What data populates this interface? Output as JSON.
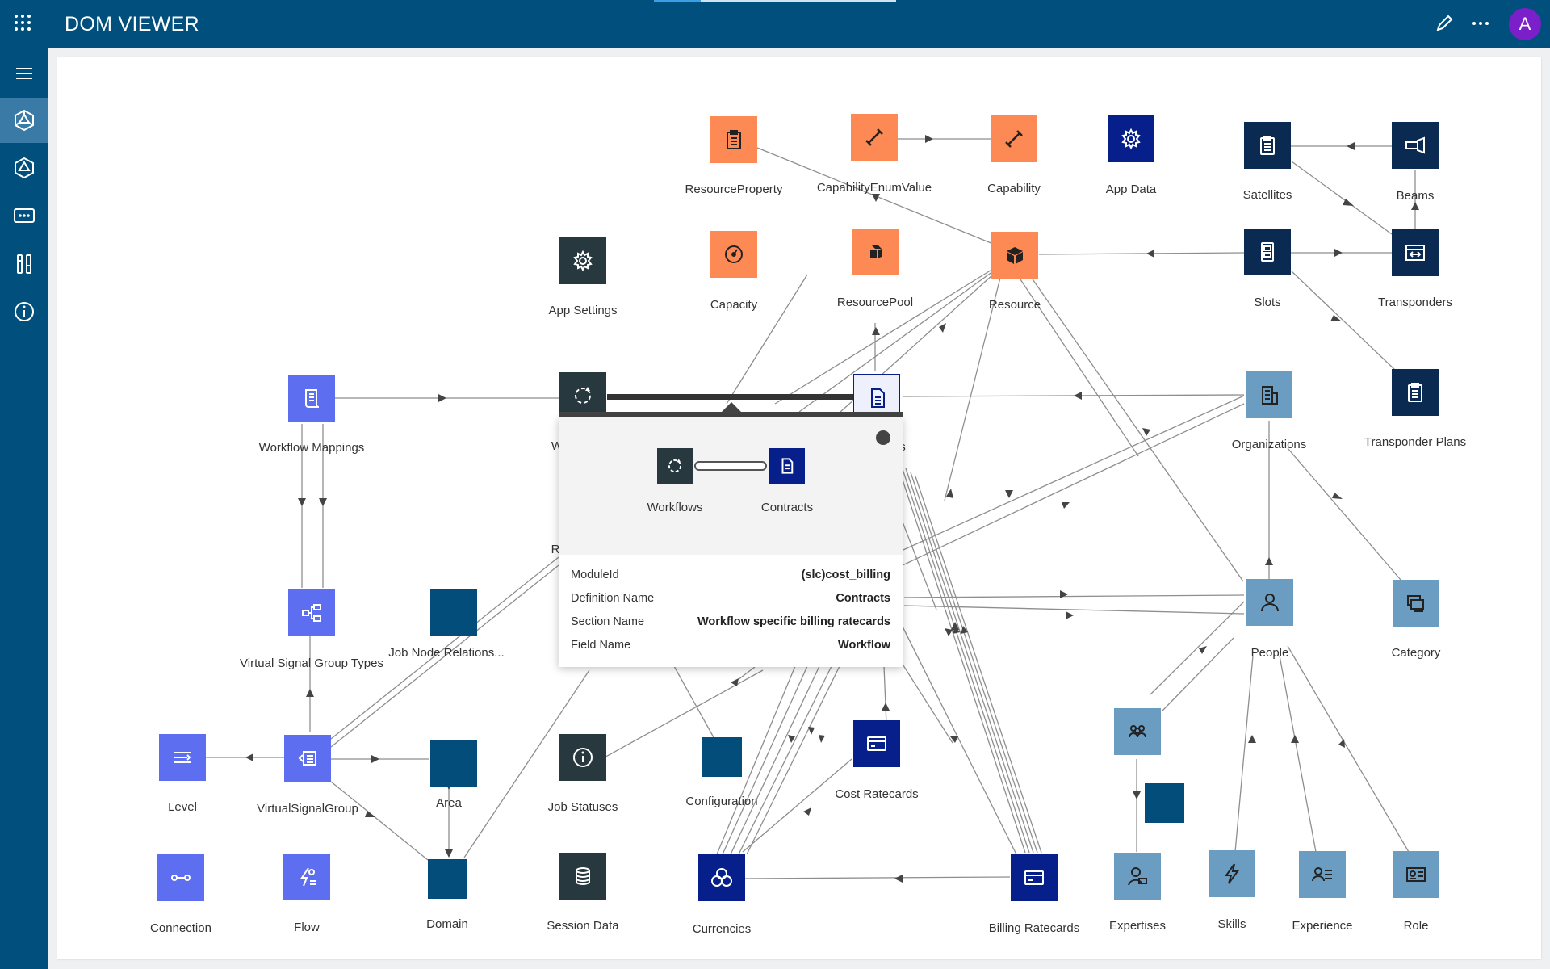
{
  "app": {
    "title": "DOM VIEWER",
    "avatar_letter": "A",
    "icons": {
      "apps": "grid-icon",
      "edit": "pencil-icon",
      "more": "ellipsis-icon"
    }
  },
  "sidebar": {
    "items": [
      {
        "name": "menu",
        "icon": "hamburger-icon"
      },
      {
        "name": "dom-model",
        "icon": "polyhedron-icon",
        "active": true
      },
      {
        "name": "dom-definition",
        "icon": "polyhedron-outline-icon"
      },
      {
        "name": "instances",
        "icon": "dots-box-icon"
      },
      {
        "name": "tools",
        "icon": "tools-icon"
      },
      {
        "name": "about",
        "icon": "info-icon"
      }
    ]
  },
  "colors": {
    "orange": "#fd8a55",
    "violet": "#5e6ef0",
    "navy": "#0a2a52",
    "darkblue": "#071f8a",
    "steel": "#6b9cc1",
    "teal": "#034d7a",
    "slate": "#27383f",
    "header": "#004f7c"
  },
  "nodes": [
    {
      "id": "resource-property",
      "label": "ResourceProperty",
      "icon": "clipboard-icon",
      "color": "orange"
    },
    {
      "id": "capability-enum-value",
      "label": "CapabilityEnumValue",
      "icon": "wrench-icon",
      "color": "orange"
    },
    {
      "id": "capability",
      "label": "Capability",
      "icon": "wrench-icon",
      "color": "orange"
    },
    {
      "id": "app-data",
      "label": "App Data",
      "icon": "gear-icon",
      "color": "darkblue"
    },
    {
      "id": "satellites",
      "label": "Satellites",
      "icon": "clipboard-icon",
      "color": "navy"
    },
    {
      "id": "beams",
      "label": "Beams",
      "icon": "flashlight-icon",
      "color": "navy"
    },
    {
      "id": "app-settings",
      "label": "App Settings",
      "icon": "gear-icon",
      "color": "slate"
    },
    {
      "id": "capacity",
      "label": "Capacity",
      "icon": "gauge-icon",
      "color": "orange"
    },
    {
      "id": "resource-pool",
      "label": "ResourcePool",
      "icon": "cubes-icon",
      "color": "orange"
    },
    {
      "id": "resource",
      "label": "Resource",
      "icon": "cube-icon",
      "color": "orange"
    },
    {
      "id": "slots",
      "label": "Slots",
      "icon": "slots-icon",
      "color": "navy"
    },
    {
      "id": "transponders",
      "label": "Transponders",
      "icon": "transponder-icon",
      "color": "navy"
    },
    {
      "id": "workflow-mappings",
      "label": "Workflow Mappings",
      "icon": "scroll-icon",
      "color": "violet"
    },
    {
      "id": "workflows",
      "label": "",
      "icon": "cycle-icon",
      "color": "slate"
    },
    {
      "id": "contracts",
      "label": "",
      "icon": "document-icon",
      "color": "darkblue"
    },
    {
      "id": "organizations",
      "label": "Organizations",
      "icon": "building-icon",
      "color": "steel"
    },
    {
      "id": "transponder-plans",
      "label": "Transponder Plans",
      "icon": "clipboard-icon",
      "color": "navy"
    },
    {
      "id": "virtual-signal-group-types",
      "label": "Virtual Signal Group Types",
      "icon": "tree-icon",
      "color": "violet"
    },
    {
      "id": "job-node-relations",
      "label": "Job Node Relations...",
      "icon": "",
      "color": "teal"
    },
    {
      "id": "people",
      "label": "People",
      "icon": "person-icon",
      "color": "steel"
    },
    {
      "id": "category",
      "label": "Category",
      "icon": "stack-icon",
      "color": "steel"
    },
    {
      "id": "level",
      "label": "Level",
      "icon": "level-icon",
      "color": "violet"
    },
    {
      "id": "virtual-signal-group",
      "label": "VirtualSignalGroup",
      "icon": "signal-group-icon",
      "color": "violet"
    },
    {
      "id": "area",
      "label": "Area",
      "icon": "",
      "color": "teal"
    },
    {
      "id": "job-statuses",
      "label": "Job Statuses",
      "icon": "info-icon",
      "color": "slate"
    },
    {
      "id": "configuration",
      "label": "Configuration",
      "icon": "",
      "color": "teal"
    },
    {
      "id": "cost-ratecards",
      "label": "Cost Ratecards",
      "icon": "card-icon",
      "color": "darkblue"
    },
    {
      "id": "teams",
      "label": "",
      "icon": "team-icon",
      "color": "steel"
    },
    {
      "id": "unnamed-teal",
      "label": "",
      "icon": "",
      "color": "teal"
    },
    {
      "id": "connection",
      "label": "Connection",
      "icon": "connection-icon",
      "color": "violet"
    },
    {
      "id": "flow",
      "label": "Flow",
      "icon": "flow-icon",
      "color": "violet"
    },
    {
      "id": "domain",
      "label": "Domain",
      "icon": "",
      "color": "teal"
    },
    {
      "id": "session-data",
      "label": "Session Data",
      "icon": "database-icon",
      "color": "slate"
    },
    {
      "id": "currencies",
      "label": "Currencies",
      "icon": "coins-icon",
      "color": "darkblue"
    },
    {
      "id": "billing-ratecards",
      "label": "Billing Ratecards",
      "icon": "card-icon",
      "color": "darkblue"
    },
    {
      "id": "expertises",
      "label": "Expertises",
      "icon": "graduate-icon",
      "color": "steel"
    },
    {
      "id": "skills",
      "label": "Skills",
      "icon": "bolt-icon",
      "color": "steel"
    },
    {
      "id": "experience",
      "label": "Experience",
      "icon": "person-list-icon",
      "color": "steel"
    },
    {
      "id": "role",
      "label": "Role",
      "icon": "id-card-icon",
      "color": "steel"
    }
  ],
  "partial_labels": {
    "workflows_hidden": "W",
    "r_hidden": "R",
    "s_hidden": "s"
  },
  "popup": {
    "from": {
      "label": "Workflows",
      "icon": "cycle-icon"
    },
    "to": {
      "label": "Contracts",
      "icon": "document-icon"
    },
    "close_icon": "close-dot-icon",
    "rows": [
      {
        "key": "ModuleId",
        "value": "(slc)cost_billing"
      },
      {
        "key": "Definition Name",
        "value": "Contracts"
      },
      {
        "key": "Section Name",
        "value": "Workflow specific billing ratecards"
      },
      {
        "key": "Field Name",
        "value": "Workflow"
      }
    ]
  }
}
